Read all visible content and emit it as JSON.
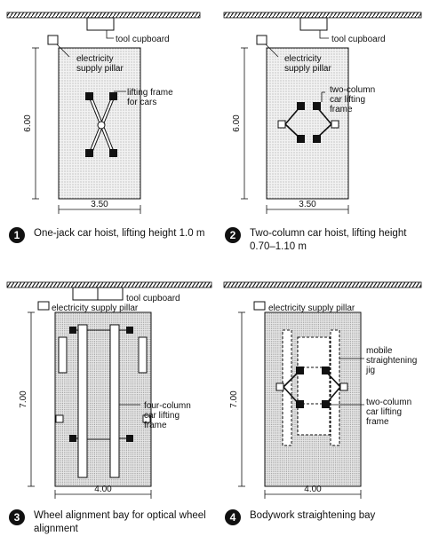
{
  "panels": [
    {
      "number": "1",
      "caption": "One-jack car hoist, lifting height 1.0 m",
      "labels": {
        "tool_cupboard": "tool cupboard",
        "electricity": "electricity supply pillar",
        "lifting": "lifting frame for cars"
      },
      "dims": {
        "width": "3.50",
        "height": "6.00"
      }
    },
    {
      "number": "2",
      "caption": "Two-column car hoist, lifting height 0.70–1.10 m",
      "labels": {
        "tool_cupboard": "tool cupboard",
        "electricity": "electricity supply pillar",
        "lifting": "two-column car lifting frame"
      },
      "dims": {
        "width": "3.50",
        "height": "6.00"
      }
    },
    {
      "number": "3",
      "caption": "Wheel alignment bay for optical wheel alignment",
      "labels": {
        "tool_cupboard": "tool cupboard",
        "electricity": "electricity supply pillar",
        "lifting": "four-column car lifting frame"
      },
      "dims": {
        "width": "4.00",
        "height": "7.00"
      }
    },
    {
      "number": "4",
      "caption": "Bodywork straightening bay",
      "labels": {
        "electricity": "electricity supply pillar",
        "jig": "mobile straightening jig",
        "lifting": "two-column car lifting frame"
      },
      "dims": {
        "width": "4.00",
        "height": "7.00"
      }
    }
  ]
}
